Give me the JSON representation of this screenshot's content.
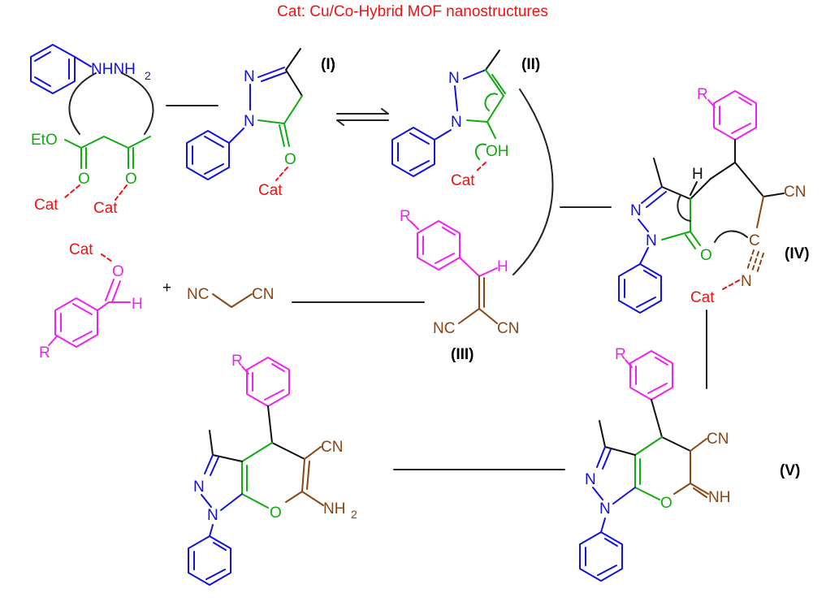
{
  "title": "Cat: Cu/Co-Hybrid MOF nanostructures",
  "colors": {
    "title": "#ee1111",
    "catalyst": "#ee1111",
    "phenyl_hydrazine": "#1111dd",
    "ketoester": "#11aa11",
    "aryl": "#ee22ee",
    "nitrile": "#8b4513",
    "skeleton": "#111111"
  },
  "stage_labels": {
    "I": "(I)",
    "II": "(II)",
    "III": "(III)",
    "IV": "(IV)",
    "V": "(V)"
  },
  "atoms": {
    "nhnh2": "NHNH",
    "sub2": "2",
    "eto": "EtO",
    "o": "O",
    "cat": "Cat",
    "n": "N",
    "oh": "OH",
    "h": "H",
    "r": "R",
    "cn": "CN",
    "nc": "NC",
    "c": "C",
    "nh": "NH",
    "nh2": "NH",
    "plus": "+"
  }
}
